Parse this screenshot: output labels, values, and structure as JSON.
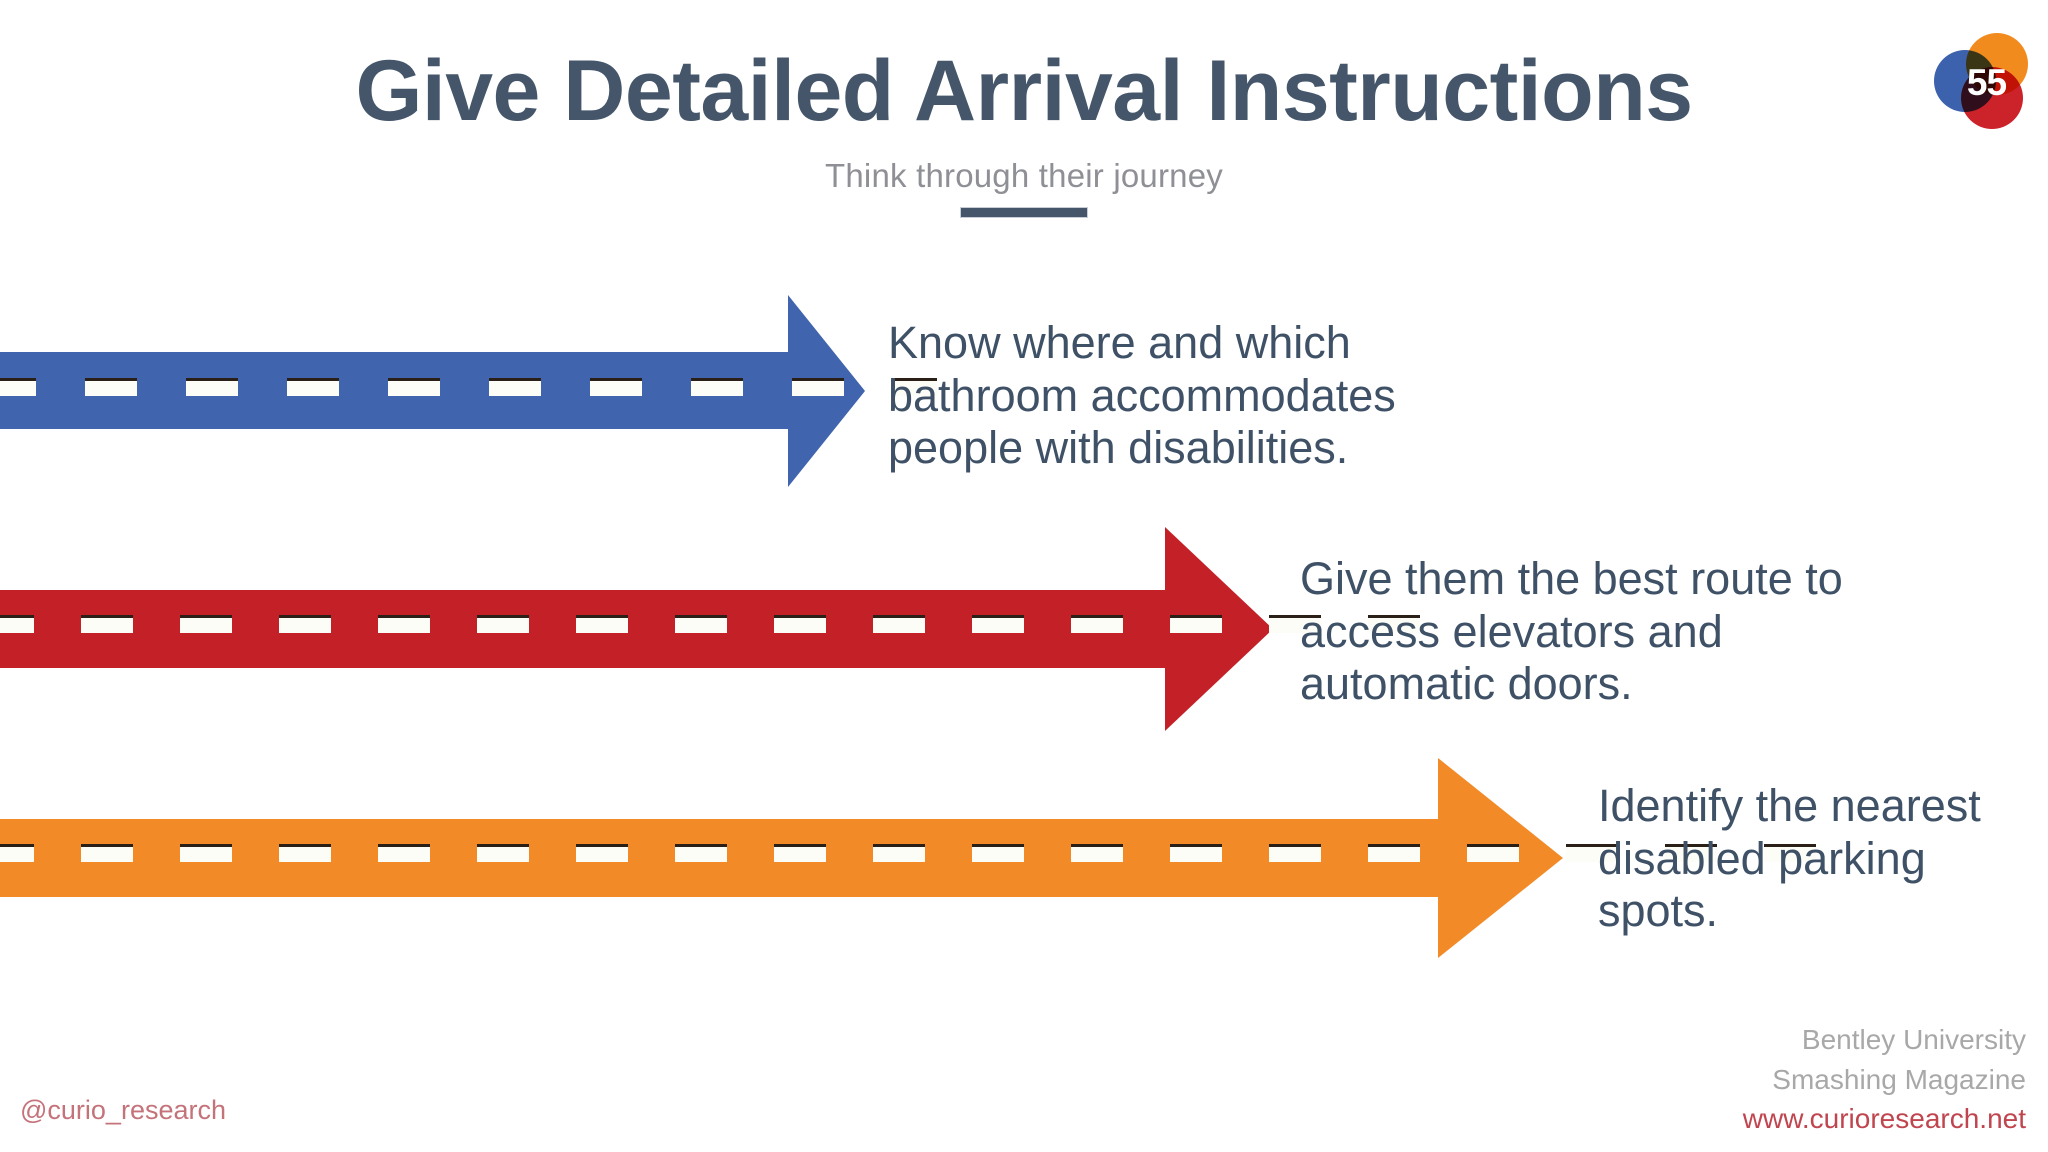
{
  "header": {
    "title": "Give Detailed Arrival Instructions",
    "subtitle": "Think through their journey",
    "title_color": "#45566b",
    "subtitle_color": "#8e9095",
    "divider_color": "#45566b"
  },
  "logo": {
    "number": "55",
    "circle_blue": "#3d62ad",
    "circle_orange": "#f28b1e",
    "circle_red": "#cc2229",
    "number_color": "#ffffff"
  },
  "arrows": [
    {
      "id": "blue",
      "color": "#4164ae",
      "text": "Know where and which bathroom accommodates people with disabilities.",
      "dash_count": 11
    },
    {
      "id": "red",
      "color": "#c32127",
      "text": "Give them the best route to access elevators and automatic doors.",
      "dash_count": 17
    },
    {
      "id": "orange",
      "color": "#f18a27",
      "text": "Identify the nearest disabled parking spots.",
      "dash_count": 21
    }
  ],
  "footer": {
    "handle": "@curio_research",
    "handle_color": "#c4737a",
    "credit_line_1": "Bentley University",
    "credit_line_2": "Smashing Magazine",
    "website": "www.curioresearch.net",
    "credit_color": "#a8a8a8",
    "website_color": "#c0454f"
  }
}
